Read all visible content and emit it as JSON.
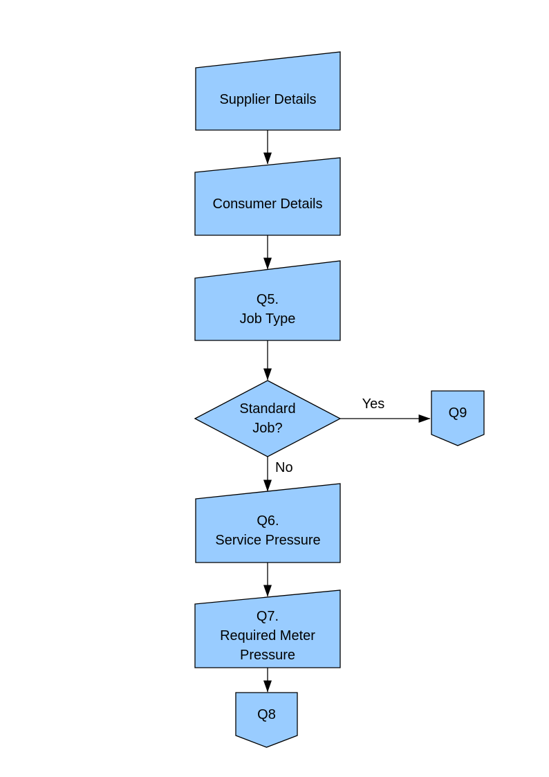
{
  "colors": {
    "node_fill": "#99CCFF",
    "node_border": "#000000",
    "connector": "#000000",
    "text": "#000000"
  },
  "nodes": {
    "supplier": {
      "label": "Supplier Details",
      "shape": "manual-input"
    },
    "consumer": {
      "label": "Consumer Details",
      "shape": "manual-input"
    },
    "q5": {
      "label": "Q5.\nJob Type",
      "shape": "manual-input"
    },
    "standard_job": {
      "label": "Standard\nJob?",
      "shape": "decision"
    },
    "q9": {
      "label": "Q9",
      "shape": "off-page-connector"
    },
    "q6": {
      "label": "Q6.\nService Pressure",
      "shape": "manual-input"
    },
    "q7": {
      "label": "Q7.\nRequired Meter\nPressure",
      "shape": "manual-input"
    },
    "q8": {
      "label": "Q8",
      "shape": "off-page-connector"
    }
  },
  "edges": {
    "yes_label": "Yes",
    "no_label": "No"
  }
}
